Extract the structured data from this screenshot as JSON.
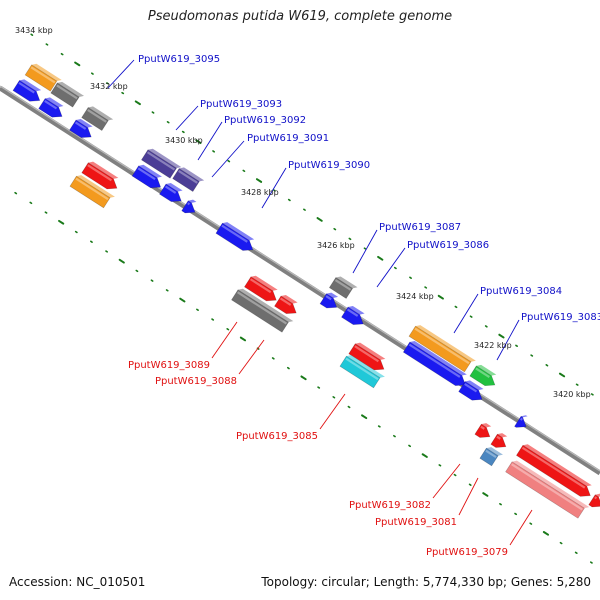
{
  "title": "Pseudomonas putida W619, complete genome",
  "accession_text": "Accession: NC_010501",
  "summary_text": "Topology: circular; Length: 5,774,330 bp; Genes: 5,280",
  "colors": {
    "backbone": "#808080",
    "tick": "#1a7a1a",
    "label_top": "#1010c8",
    "label_bottom": "#e01010",
    "blue": "#1a1af0",
    "grey": "#6e6e6e",
    "orange": "#f39a1e",
    "purple": "#4b3d96",
    "red": "#ee1515",
    "green": "#22c040",
    "cyan": "#20c8d8",
    "steel": "#4a86c0",
    "pink": "#f08080"
  },
  "scale_labels": [
    "3434 kbp",
    "3432 kbp",
    "3430 kbp",
    "3428 kbp",
    "3426 kbp",
    "3424 kbp",
    "3422 kbp",
    "3420 kbp"
  ],
  "top_gene_labels": [
    "PputW619_3095",
    "PputW619_3093",
    "PputW619_3092",
    "PputW619_3091",
    "PputW619_3090",
    "PputW619_3087",
    "PputW619_3086",
    "PputW619_3084",
    "PputW619_3083"
  ],
  "bottom_gene_labels": [
    "PputW619_3089",
    "PputW619_3088",
    "PputW619_3085",
    "PputW619_3082",
    "PputW619_3081",
    "PputW619_3079"
  ]
}
